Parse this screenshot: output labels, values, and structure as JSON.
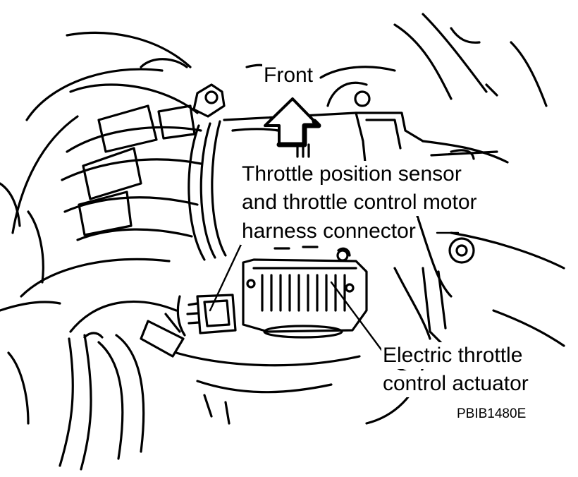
{
  "labels": {
    "front": "Front",
    "tps_line1": "Throttle position sensor",
    "tps_line2": "and throttle control motor",
    "tps_line3": "harness connector",
    "actuator_line1": "Electric throttle",
    "actuator_line2": "control actuator"
  },
  "figure_code": "PBIB1480E",
  "colors": {
    "ink": "#000000",
    "paper": "#ffffff"
  }
}
